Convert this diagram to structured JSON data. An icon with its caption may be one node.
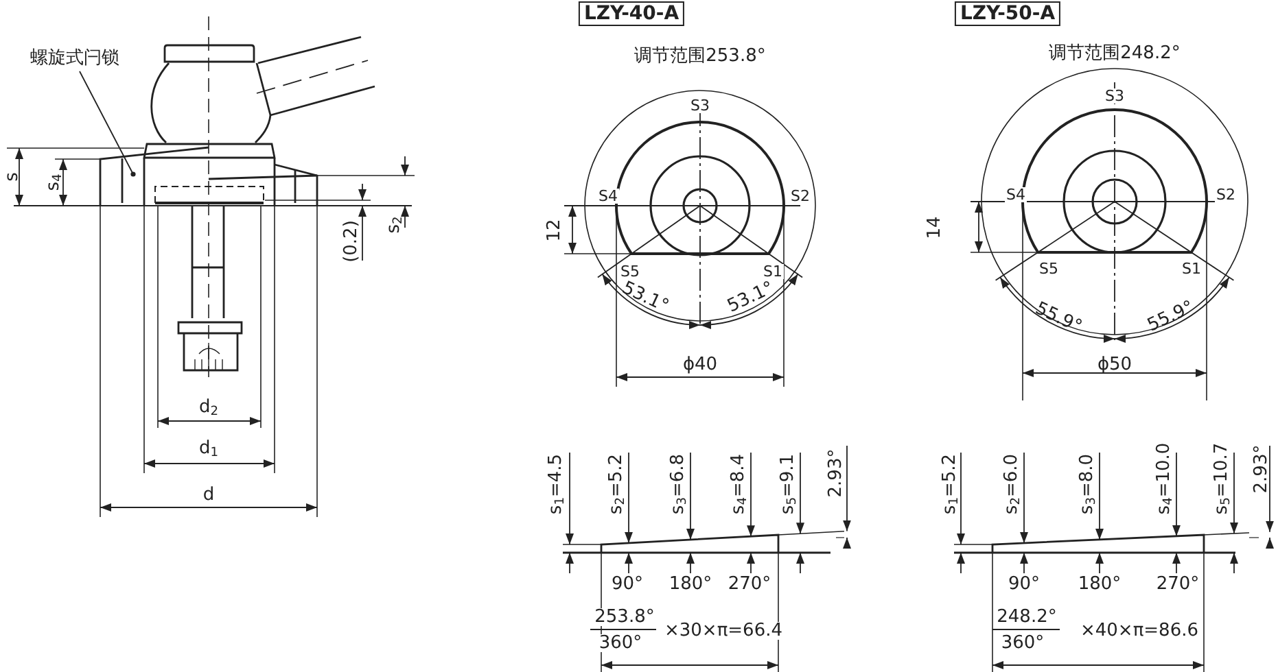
{
  "diagram": {
    "nodes": [
      {
        "text": [
          "螺旋式闩锁"
        ]
      },
      {
        "text": [],
        "shape": "picture"
      }
    ],
    "edges": [
      {
        "from": 0,
        "to": 1,
        "arrow": "other"
      }
    ],
    "labels": [
      "s",
      "s$_{4}$",
      "(0.2)",
      "s$_{2}$",
      "d$_{2}$",
      "d$_{1}$",
      "d",
      "LZY-40-A",
      "LZY-50-A",
      "调节范围253.8°",
      "调节范围248.2°",
      "S3",
      "S3",
      "S4",
      "S2",
      "S4",
      "S2",
      "12",
      "14",
      "S5",
      "S1",
      "S5",
      "S1",
      "53.1°",
      "53.1°",
      "55.9°",
      "55.9°",
      "ϕ40",
      "ϕ50",
      "s$_{1}$=4.5",
      "s$_{2}$=5.2",
      "s$_{3}$=6.8",
      "s$_{4}$=8.4",
      "s$_{5}$=9.1",
      "2.93°",
      "s$_{1}$=5.2",
      "s$_{2}$=6.0",
      "s$_{3}$=8.0",
      "s$_{4}$=10.0",
      "s$_{5}$=10.7",
      "2.93°",
      "90°",
      "180°",
      "270°",
      "90°",
      "180°",
      "270°",
      "253.8°",
      "360°",
      "×30×π=66.4",
      "248.2°",
      "360°",
      "×40×π=86.6"
    ]
  }
}
